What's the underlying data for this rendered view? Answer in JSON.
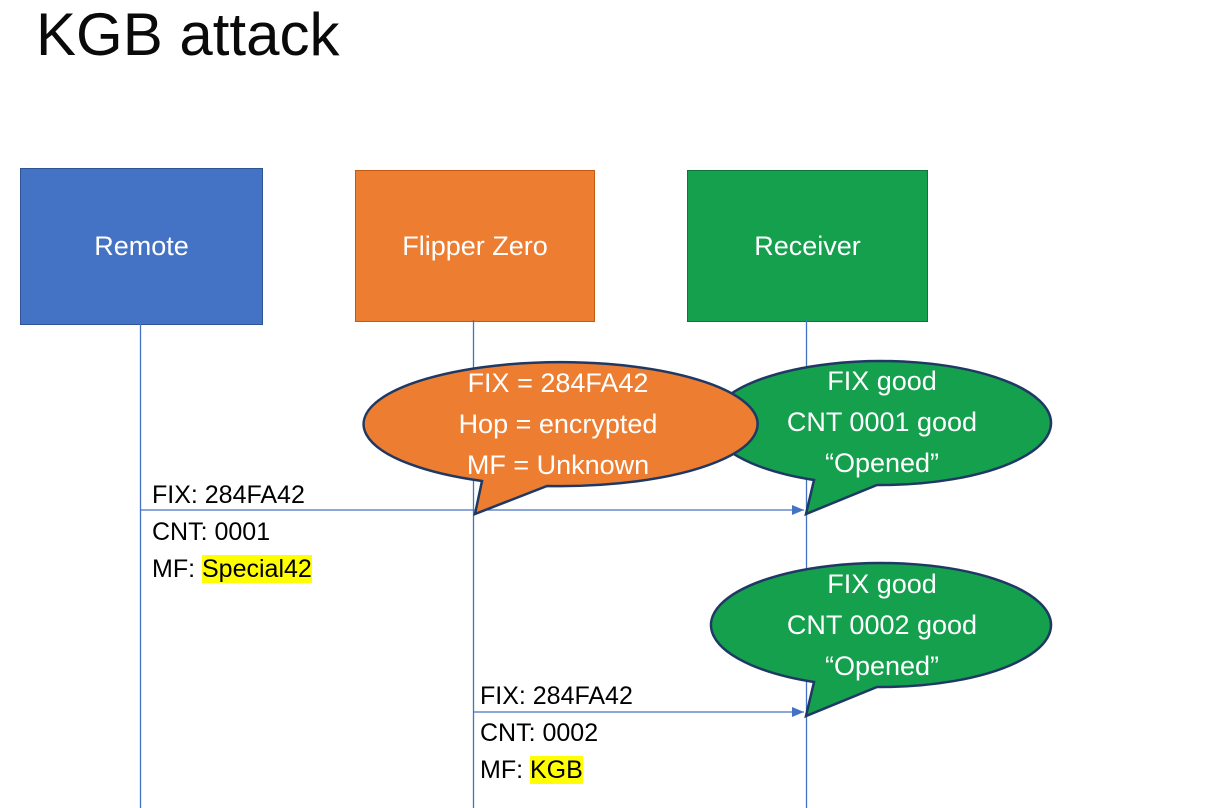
{
  "title": "KGB attack",
  "actors": {
    "remote": {
      "label": "Remote"
    },
    "flipper": {
      "label": "Flipper Zero"
    },
    "receiver": {
      "label": "Receiver"
    }
  },
  "bubbles": {
    "flipper_decode": {
      "line1": "FIX = 284FA42",
      "line2": "Hop = encrypted",
      "line3": "MF = Unknown"
    },
    "receiver_open1": {
      "line1": "FIX good",
      "line2": "CNT 0001 good",
      "line3": "“Opened”"
    },
    "receiver_open2": {
      "line1": "FIX good",
      "line2": "CNT 0002 good",
      "line3": "“Opened”"
    }
  },
  "messages": {
    "msg1": {
      "fix": "FIX: 284FA42",
      "cnt": "CNT: 0001",
      "mf_label": "MF: ",
      "mf_value": "Special42"
    },
    "msg2": {
      "fix": "FIX: 284FA42",
      "cnt": "CNT: 0002",
      "mf_label": "MF: ",
      "mf_value": "KGB"
    }
  },
  "colors": {
    "remote_fill": "#4472C4",
    "remote_border": "#2F5597",
    "flipper_fill": "#ED7D31",
    "flipper_border": "#C45911",
    "receiver_fill": "#14A04C",
    "receiver_border": "#0E7437",
    "bubble_border": "#1F3864",
    "line": "#4472C4",
    "highlight": "#FFFF00",
    "text_on_fill": "#FFFFFF",
    "label_text": "#000000"
  }
}
